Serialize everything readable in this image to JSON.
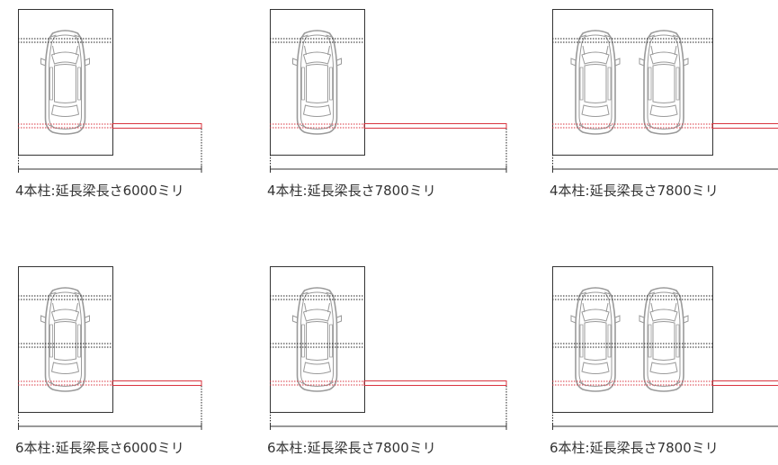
{
  "colors": {
    "outline": "#333333",
    "beam": "#d9343f",
    "car": "#9a9a9a",
    "dotted": "#222222"
  },
  "panels": [
    {
      "caption": "4本柱:延長梁長さ6000ミリ",
      "cars": 1,
      "beams": 2,
      "extension": "6000"
    },
    {
      "caption": "4本柱:延長梁長さ7800ミリ",
      "cars": 1,
      "beams": 2,
      "extension": "7800"
    },
    {
      "caption": "4本柱:延長梁長さ7800ミリ",
      "cars": 2,
      "beams": 2,
      "extension": "7800"
    },
    {
      "caption": "6本柱:延長梁長さ6000ミリ",
      "cars": 1,
      "beams": 3,
      "extension": "6000"
    },
    {
      "caption": "6本柱:延長梁長さ7800ミリ",
      "cars": 1,
      "beams": 3,
      "extension": "7800"
    },
    {
      "caption": "6本柱:延長梁長さ7800ミリ",
      "cars": 2,
      "beams": 3,
      "extension": "7800"
    }
  ]
}
